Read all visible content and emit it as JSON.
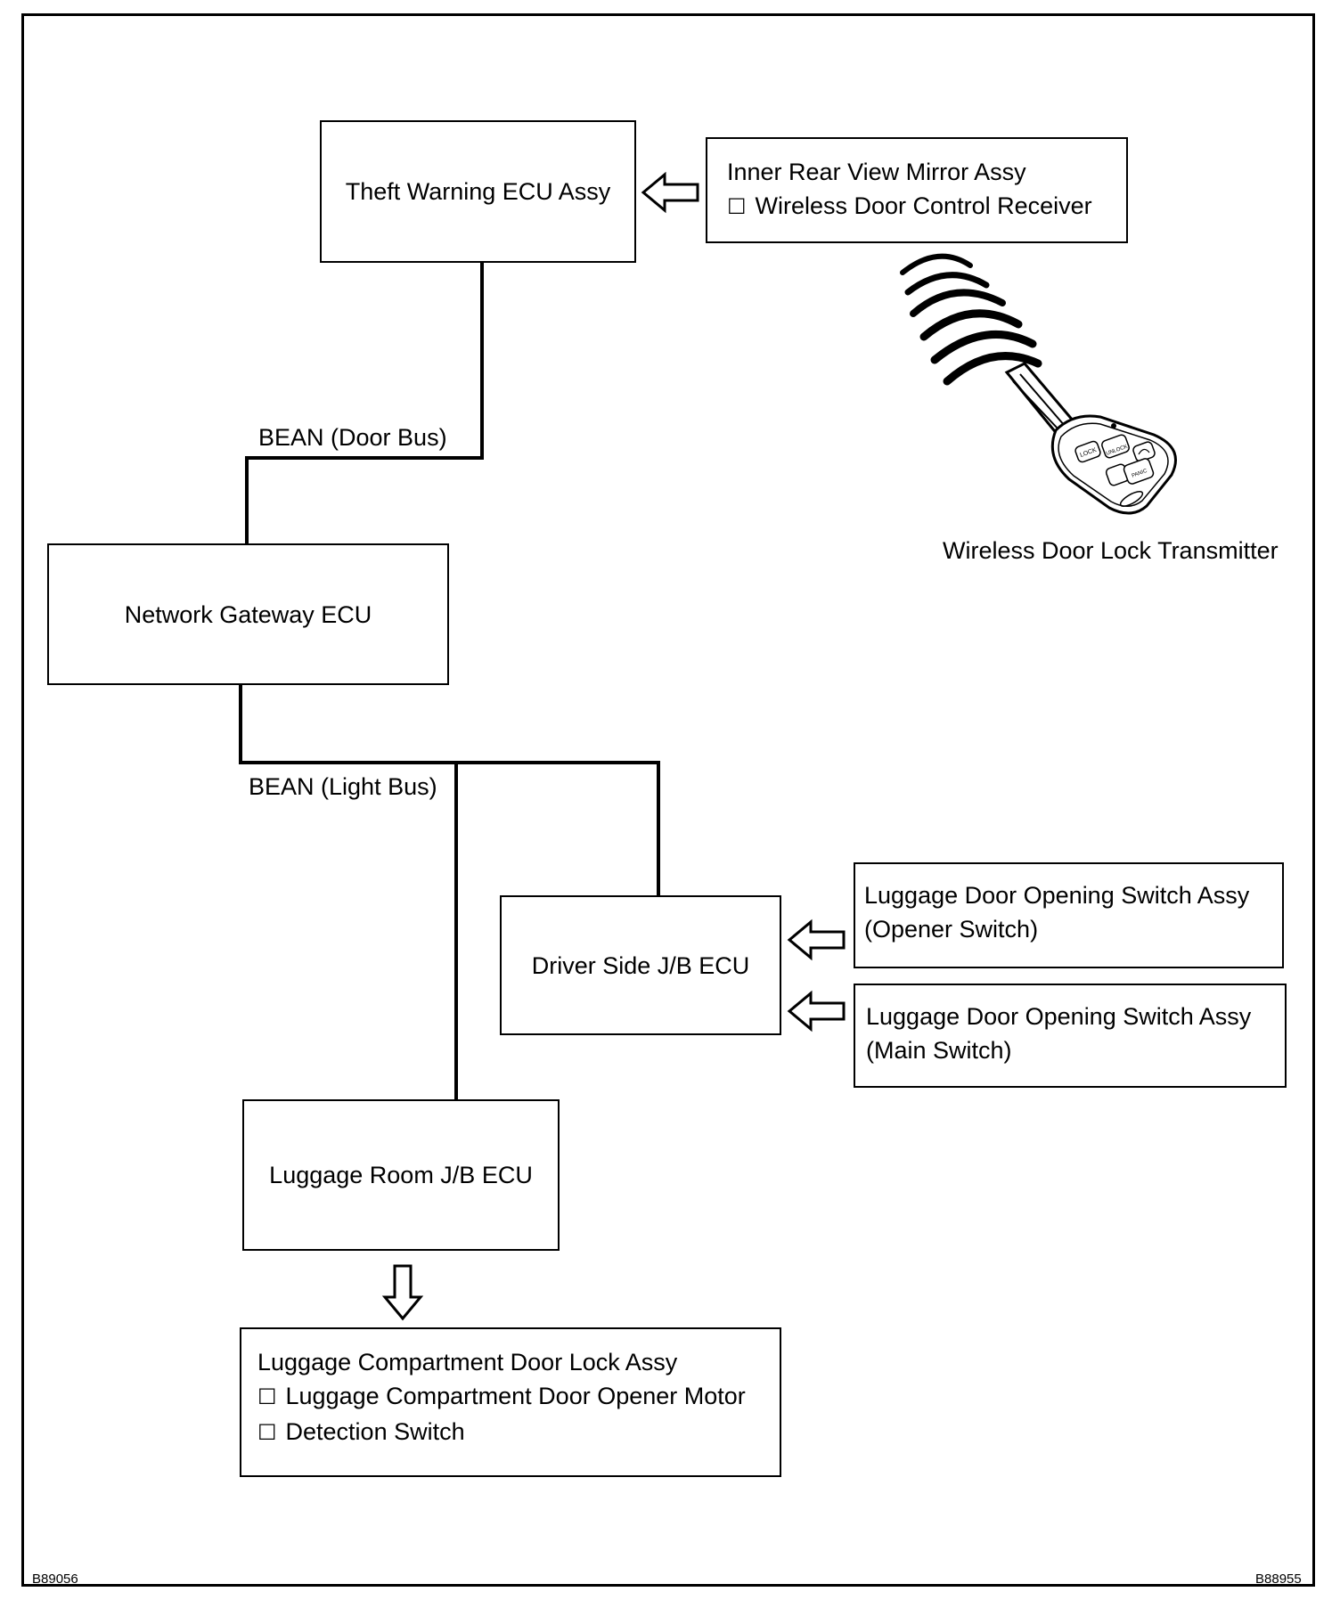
{
  "boxes": {
    "theft_warning": "Theft Warning ECU Assy",
    "mirror_title": "Inner Rear View Mirror Assy",
    "mirror_item": "Wireless Door Control Receiver",
    "network_gateway": "Network Gateway ECU",
    "driver_jb": "Driver Side J/B ECU",
    "luggage_room_jb": "Luggage Room J/B ECU",
    "opener_switch_line1": "Luggage Door Opening Switch Assy",
    "opener_switch_line2": "(Opener Switch)",
    "main_switch_line1": "Luggage Door Opening Switch Assy",
    "main_switch_line2": "(Main Switch)",
    "door_lock_title": "Luggage Compartment Door Lock Assy",
    "door_lock_items": [
      "Luggage Compartment Door Opener Motor",
      "Detection Switch"
    ]
  },
  "buses": {
    "door_bus": "BEAN (Door Bus)",
    "light_bus": "BEAN (Light Bus)"
  },
  "transmitter": {
    "label": "Wireless Door Lock Transmitter",
    "button_lock": "LOCK",
    "button_unlock": "UNLOCK",
    "button_panic": "PANIC"
  },
  "checkbox_glyph": "☐",
  "codes": {
    "left": "B89056",
    "right": "B88955"
  }
}
